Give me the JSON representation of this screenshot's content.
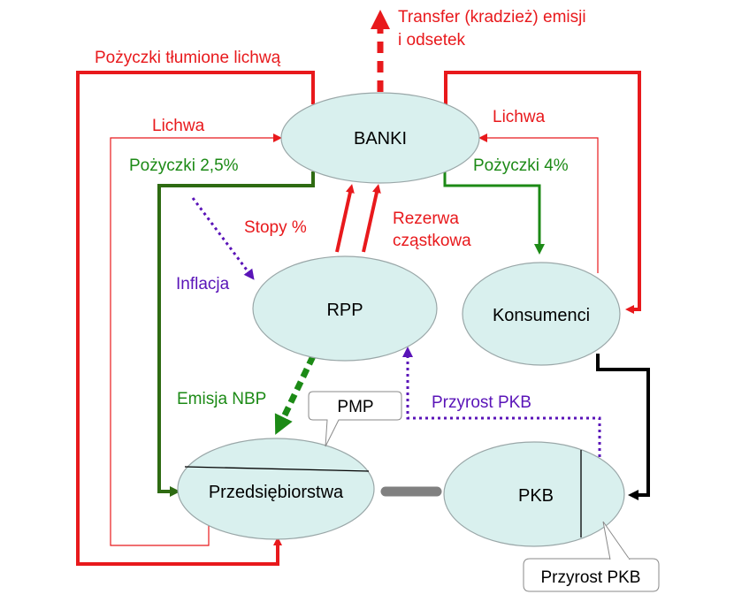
{
  "nodes": {
    "banki": "BANKI",
    "rpp": "RPP",
    "konsumenci": "Konsumenci",
    "przedsiebiorstwa": "Przedsiębiorstwa",
    "pkb": "PKB"
  },
  "labels": {
    "transfer_line1": "Transfer (kradzież) emisji",
    "transfer_line2": "i odsetek",
    "pozyczki_tlumione": "Pożyczki tłumione lichwą",
    "lichwa_left": "Lichwa",
    "lichwa_right": "Lichwa",
    "pozyczki_25": "Pożyczki 2,5%",
    "pozyczki_4": "Pożyczki 4%",
    "stopy": "Stopy %",
    "rezerwa_line1": "Rezerwa",
    "rezerwa_line2": "cząstkowa",
    "inflacja": "Inflacja",
    "emisja_nbp": "Emisja NBP",
    "przyrost_pkb_arrow": "Przyrost PKB"
  },
  "callouts": {
    "pmp": "PMP",
    "przyrost_pkb": "Przyrost PKB"
  },
  "colors": {
    "red": "#e8191c",
    "green": "#2e6b12",
    "green_bright": "#1c8a16",
    "purple": "#5a14b8",
    "black": "#000000",
    "ellipse_fill": "#d9f0ee",
    "connector_gray": "#808080"
  }
}
